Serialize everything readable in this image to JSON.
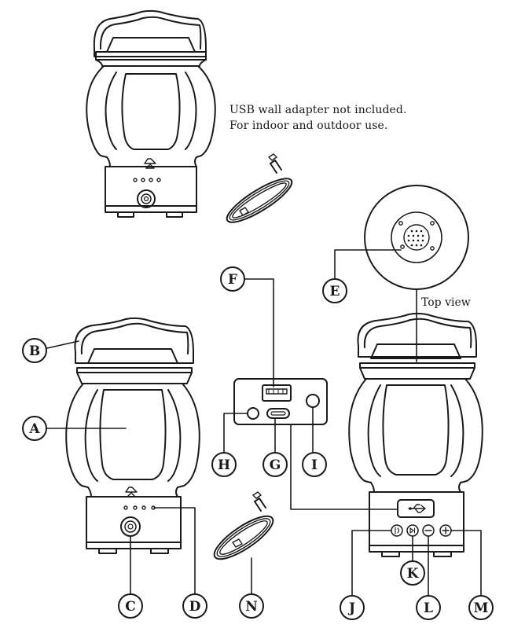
{
  "notes": {
    "adapter": "USB wall adapter not included.",
    "usage": "For indoor and outdoor use."
  },
  "top_view_label": "Top view",
  "callouts": {
    "A": "A",
    "B": "B",
    "C": "C",
    "D": "D",
    "E": "E",
    "F": "F",
    "G": "G",
    "H": "H",
    "I": "I",
    "J": "J",
    "K": "K",
    "L": "L",
    "M": "M",
    "N": "N"
  },
  "colors": {
    "line": "#1a1a1a",
    "background": "#ffffff"
  }
}
